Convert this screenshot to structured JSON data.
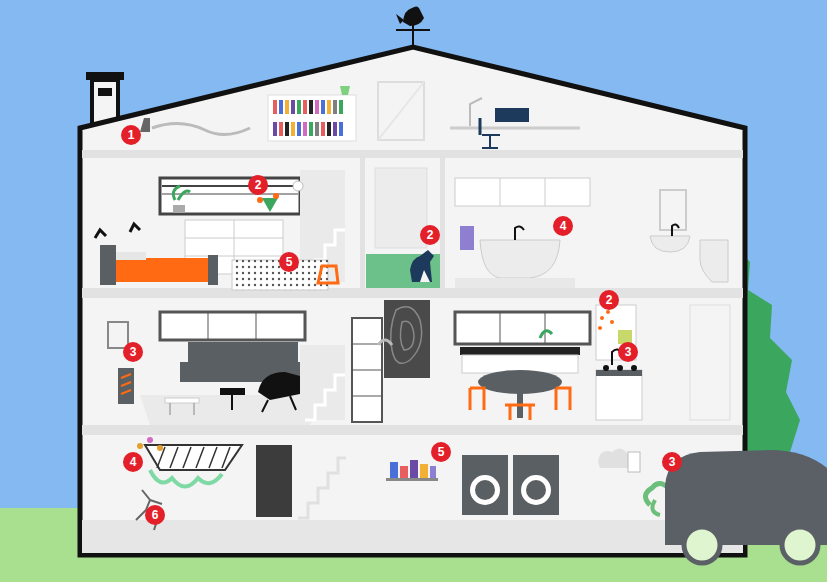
{
  "diagram": {
    "labels": [
      "1",
      "2",
      "4",
      "2",
      "5",
      "2",
      "3",
      "3",
      "5",
      "4",
      "3",
      "6"
    ]
  }
}
